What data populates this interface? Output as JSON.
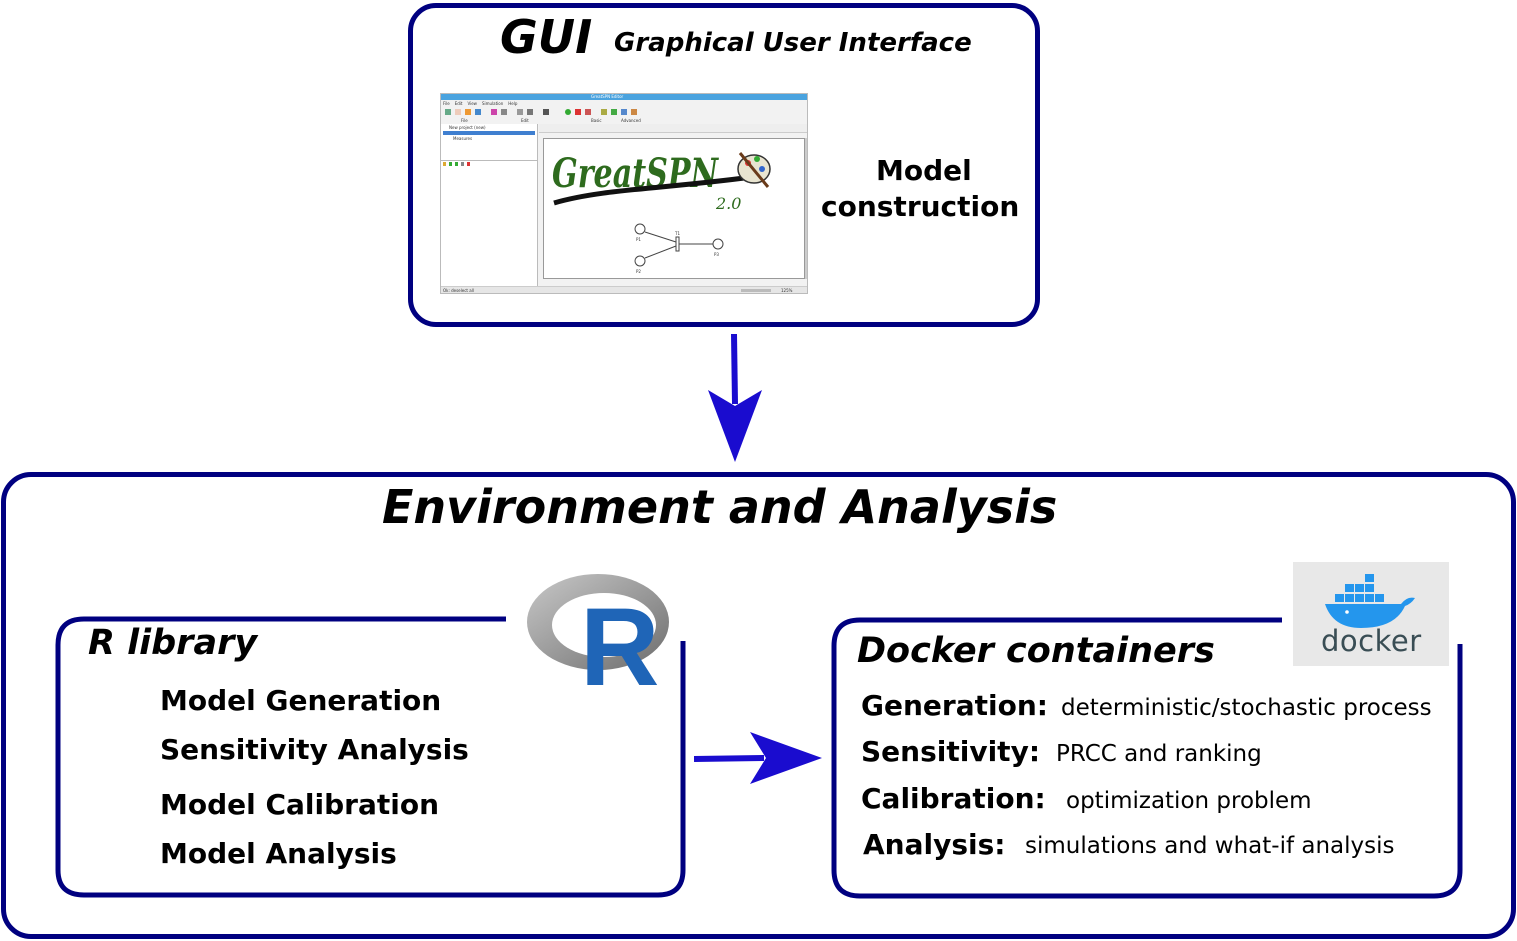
{
  "gui": {
    "title": "GUI",
    "subtitle": "Graphical User Interface",
    "side_label_line1": "Model",
    "side_label_line2": "construction",
    "screenshot": {
      "app_title": "GreatSPN Editor",
      "logo_text": "GreatSPN",
      "logo_version": "2.0",
      "menu": [
        "File",
        "Edit",
        "View",
        "Simulation",
        "Help"
      ],
      "tree_items": [
        "New project (new)",
        "Measures"
      ],
      "toolbar_groups": [
        "File",
        "Edit",
        "Basic",
        "Advanced"
      ],
      "status_text": "Ok: deselect all",
      "zoom": "125%",
      "place_labels": [
        "P1",
        "P2",
        "P3"
      ],
      "transition_label": "T1"
    }
  },
  "env": {
    "title": "Environment and Analysis"
  },
  "rlib": {
    "title": "R library",
    "items": [
      "Model Generation",
      "Sensitivity Analysis",
      "Model Calibration",
      "Model Analysis"
    ],
    "logo_letter": "R"
  },
  "docker": {
    "title": "Docker containers",
    "logo_text": "docker",
    "items": [
      {
        "label": "Generation:",
        "desc": "deterministic/stochastic process"
      },
      {
        "label": "Sensitivity:",
        "desc": "PRCC and ranking"
      },
      {
        "label": "Calibration:",
        "desc": "optimization problem"
      },
      {
        "label": "Analysis:",
        "desc": "simulations and what-if analysis"
      }
    ]
  },
  "colors": {
    "frame": "#000080",
    "arrow": "#1a0ccf",
    "r_blue": "#1f65b7",
    "docker_blue": "#2496ed",
    "docker_bg": "#e8e8e8",
    "greatspn_green": "#2e7d22"
  }
}
